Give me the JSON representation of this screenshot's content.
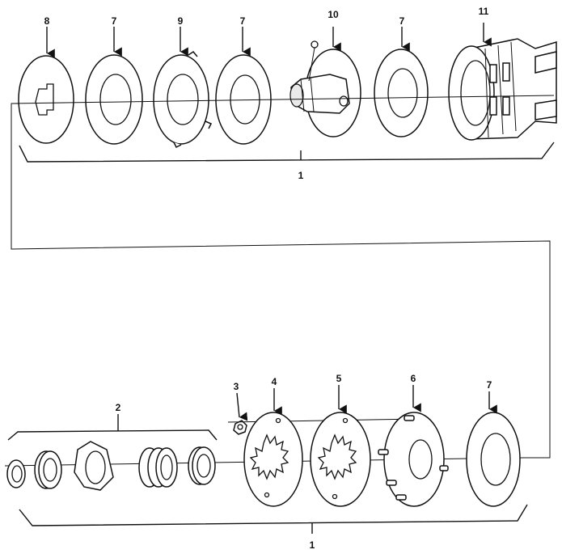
{
  "callouts": {
    "c8": "8",
    "c7a": "7",
    "c9": "9",
    "c7b": "7",
    "c10": "10",
    "c7c": "7",
    "c11": "11",
    "c1_top": "1",
    "c2": "2",
    "c3": "3",
    "c4": "4",
    "c5": "5",
    "c6": "6",
    "c7d": "7",
    "c1_bottom": "1"
  },
  "colors": {
    "ink": "#111111",
    "paper": "#ffffff"
  }
}
